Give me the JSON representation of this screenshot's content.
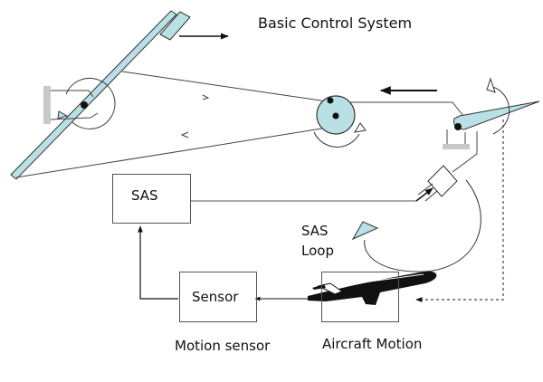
{
  "title": "Basic Control System",
  "blocks": {
    "sas": "SAS",
    "sensor": "Sensor"
  },
  "labels": {
    "sas_loop_line1": "SAS",
    "sas_loop_line2": "Loop",
    "motion_sensor": "Motion sensor",
    "aircraft_motion": "Aircraft Motion"
  },
  "colors": {
    "fill": "#b9e0e4",
    "line": "#444444",
    "ground": "#c8c8c8"
  }
}
